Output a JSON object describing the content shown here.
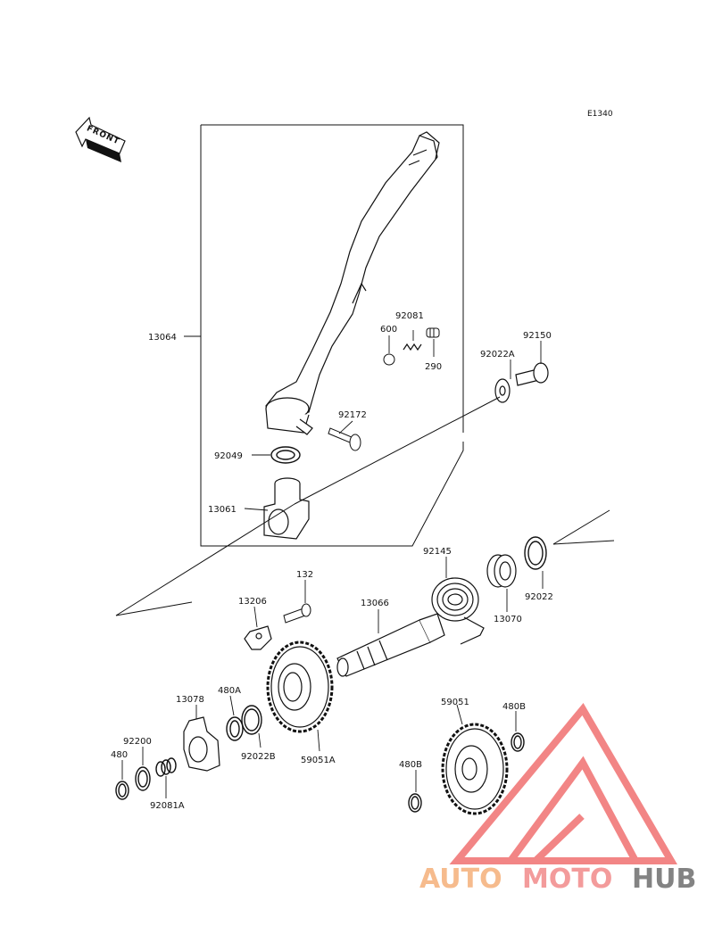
{
  "diagram_code": "E1340",
  "front_label": "FRONT",
  "parts": {
    "p13064": "13064",
    "p92081": "92081",
    "p600": "600",
    "p290": "290",
    "p92150": "92150",
    "p92022A": "92022A",
    "p92172": "92172",
    "p92049": "92049",
    "p13061": "13061",
    "p92145": "92145",
    "p132": "132",
    "p13206": "13206",
    "p13066": "13066",
    "p13070": "13070",
    "p92022": "92022",
    "p13078": "13078",
    "p480A": "480A",
    "p92200": "92200",
    "p480": "480",
    "p92081A": "92081A",
    "p92022B": "92022B",
    "p59051A": "59051A",
    "p59051": "59051",
    "p480B_top": "480B",
    "p480B_bottom": "480B"
  },
  "watermark": {
    "word_auto": "AUTO",
    "word_moto": "MOTO",
    "word_hub": "HUB",
    "color_auto": "#f5b07a",
    "color_moto": "#f28a8a",
    "color_hub": "#6e6e6e",
    "color_triangle": "#f07070"
  }
}
